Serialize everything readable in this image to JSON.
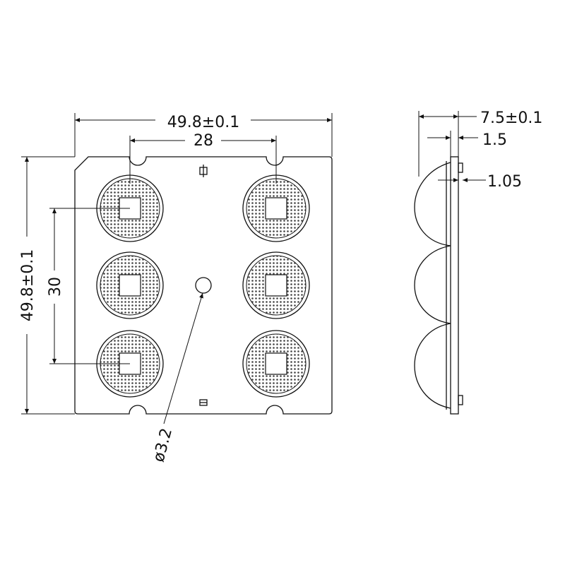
{
  "front_view": {
    "width_label": "49.8±0.1",
    "height_label": "49.8±0.1",
    "lens_pitch_x_label": "28",
    "lens_pitch_y_label": "30",
    "hole_label": "ø3.2"
  },
  "side_view": {
    "total_thickness_label": "7.5±0.1",
    "plate_thickness_label": "1.5",
    "pin_label": "1.05"
  },
  "colors": {
    "line": "#111111",
    "hatch": "#555555",
    "background": "#ffffff"
  },
  "lens_count": 6
}
